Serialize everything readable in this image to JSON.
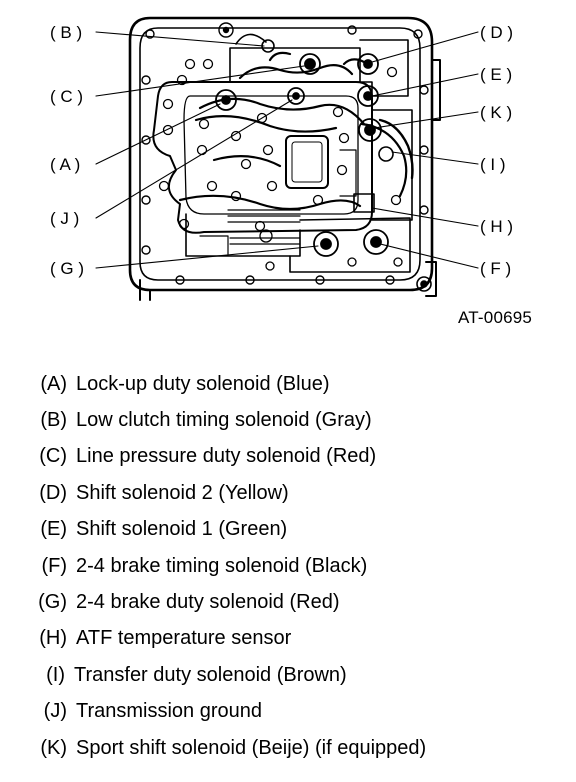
{
  "figure": {
    "id": "AT-00695"
  },
  "callouts": [
    "( B )",
    "( C )",
    "( A )",
    "( J )",
    "( G )",
    "( D )",
    "( E )",
    "( K )",
    "( I )",
    "( H )",
    "( F )"
  ],
  "legend": [
    {
      "code": "(A)",
      "text": "Lock-up duty solenoid (Blue)"
    },
    {
      "code": "(B)",
      "text": "Low clutch timing solenoid (Gray)"
    },
    {
      "code": "(C)",
      "text": "Line pressure duty solenoid (Red)"
    },
    {
      "code": "(D)",
      "text": "Shift solenoid 2 (Yellow)"
    },
    {
      "code": "(E)",
      "text": "Shift solenoid 1 (Green)"
    },
    {
      "code": "(F)",
      "text": "2-4 brake timing solenoid (Black)"
    },
    {
      "code": "(G)",
      "text": "2-4 brake duty solenoid (Red)"
    },
    {
      "code": "(H)",
      "text": "ATF temperature sensor"
    },
    {
      "code": "(I)",
      "text": "Transfer duty solenoid (Brown)"
    },
    {
      "code": "(J)",
      "text": "Transmission ground"
    },
    {
      "code": "(K)",
      "text": "Sport shift solenoid (Beije) (if equipped)"
    }
  ]
}
